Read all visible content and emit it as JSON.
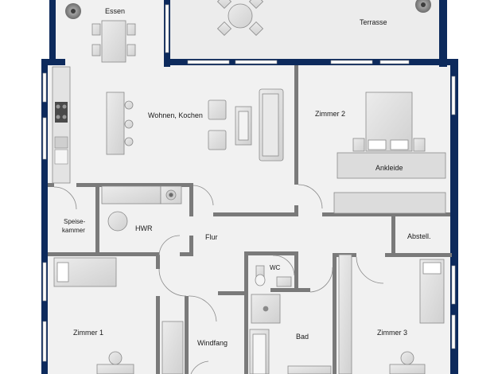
{
  "rooms": {
    "essen": "Essen",
    "terrasse": "Terrasse",
    "wohnen_kochen": "Wohnen, Kochen",
    "zimmer2": "Zimmer 2",
    "ankleide": "Ankleide",
    "speisekammer_1": "Speise-",
    "speisekammer_2": "kammer",
    "hwr": "HWR",
    "flur": "Flur",
    "abstell": "Abstell.",
    "wc": "WC",
    "zimmer1": "Zimmer 1",
    "windfang": "Windfang",
    "bad": "Bad",
    "zimmer3": "Zimmer 3"
  },
  "colors": {
    "outer_wall": "#0d2a5c",
    "inner_wall": "#7a7a7a",
    "floor": "#f2f2f2",
    "furniture": "#d9d9d9",
    "furniture_stroke": "#8a8a8a"
  }
}
